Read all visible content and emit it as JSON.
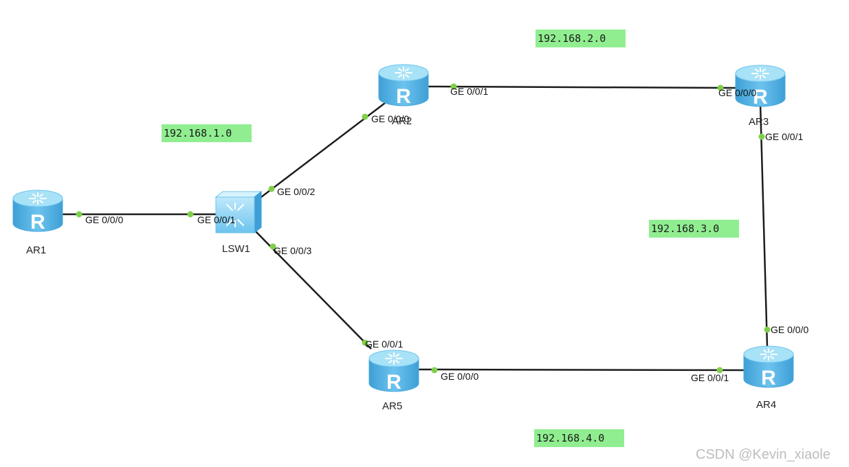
{
  "colors": {
    "link": "#1c1c1c",
    "port_dot": "#7ed04a",
    "net_bg": "#90ee90",
    "router_body": "#5ab6e6",
    "router_top": "#a8e2f7"
  },
  "devices": {
    "ar1": {
      "name": "AR1",
      "icon": "router-icon"
    },
    "ar2": {
      "name": "AR2",
      "icon": "router-icon"
    },
    "ar3": {
      "name": "AR3",
      "icon": "router-icon"
    },
    "ar4": {
      "name": "AR4",
      "icon": "router-icon"
    },
    "ar5": {
      "name": "AR5",
      "icon": "router-icon"
    },
    "lsw1": {
      "name": "LSW1",
      "icon": "switch-icon"
    }
  },
  "router_glyph": "R",
  "networks": {
    "net1": "192.168.1.0",
    "net2": "192.168.2.0",
    "net3": "192.168.3.0",
    "net4": "192.168.4.0"
  },
  "ports": {
    "ar1_ge000": "GE 0/0/0",
    "lsw1_ge001": "GE 0/0/1",
    "lsw1_ge002": "GE 0/0/2",
    "lsw1_ge003": "GE 0/0/3",
    "ar2_ge000": "GE 0/0/0",
    "ar2_ge001": "GE 0/0/1",
    "ar3_ge000": "GE 0/0/0",
    "ar3_ge001": "GE 0/0/1",
    "ar4_ge000": "GE 0/0/0",
    "ar4_ge001": "GE 0/0/1",
    "ar5_ge001": "GE 0/0/1",
    "ar5_ge000": "GE 0/0/0"
  },
  "watermark": "CSDN @Kevin_xiaole"
}
